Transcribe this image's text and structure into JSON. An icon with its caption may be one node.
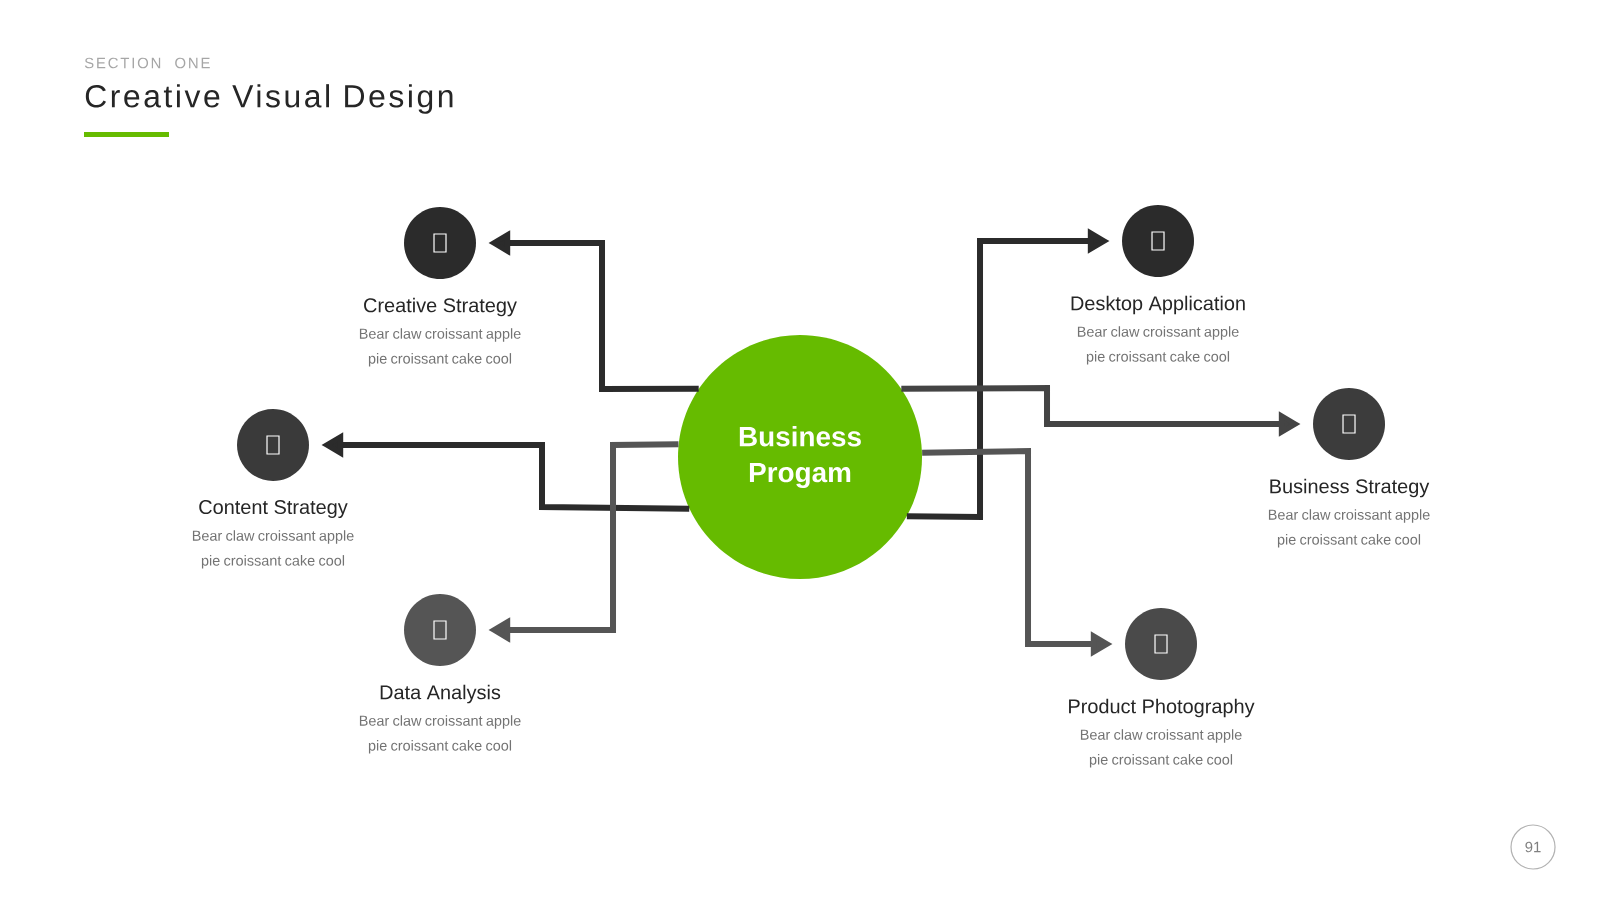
{
  "diagram": {
    "title": "Creative Visual Design",
    "nodes": [
      {
        "text": [
          "Business Progam"
        ]
      },
      {
        "text": [
          "Creative Strategy",
          "Bear claw croissant apple pie croissant cake cool"
        ]
      },
      {
        "text": [
          "Content Strategy",
          "Bear claw croissant apple pie croissant cake cool"
        ]
      },
      {
        "text": [
          "Data Analysis",
          "Bear claw croissant apple pie croissant cake cool"
        ]
      },
      {
        "text": [
          "Desktop Application",
          "Bear claw croissant apple pie croissant cake cool"
        ]
      },
      {
        "text": [
          "Business Strategy",
          "Bear claw croissant apple pie croissant cake cool"
        ]
      },
      {
        "text": [
          "Product Photography",
          "Bear claw croissant apple pie croissant cake cool"
        ]
      }
    ],
    "edges": [
      {
        "from": 0,
        "to": 1,
        "arrow": "to"
      },
      {
        "from": 0,
        "to": 2,
        "arrow": "to"
      },
      {
        "from": 0,
        "to": 3,
        "arrow": "to",
        "color": "#555555"
      },
      {
        "from": 0,
        "to": 4,
        "arrow": "to"
      },
      {
        "from": 0,
        "to": 5,
        "arrow": "to",
        "color": "#444444"
      },
      {
        "from": 0,
        "to": 6,
        "arrow": "to",
        "color": "#555555"
      }
    ],
    "labels": [
      "SECTION ONE",
      "91"
    ]
  }
}
